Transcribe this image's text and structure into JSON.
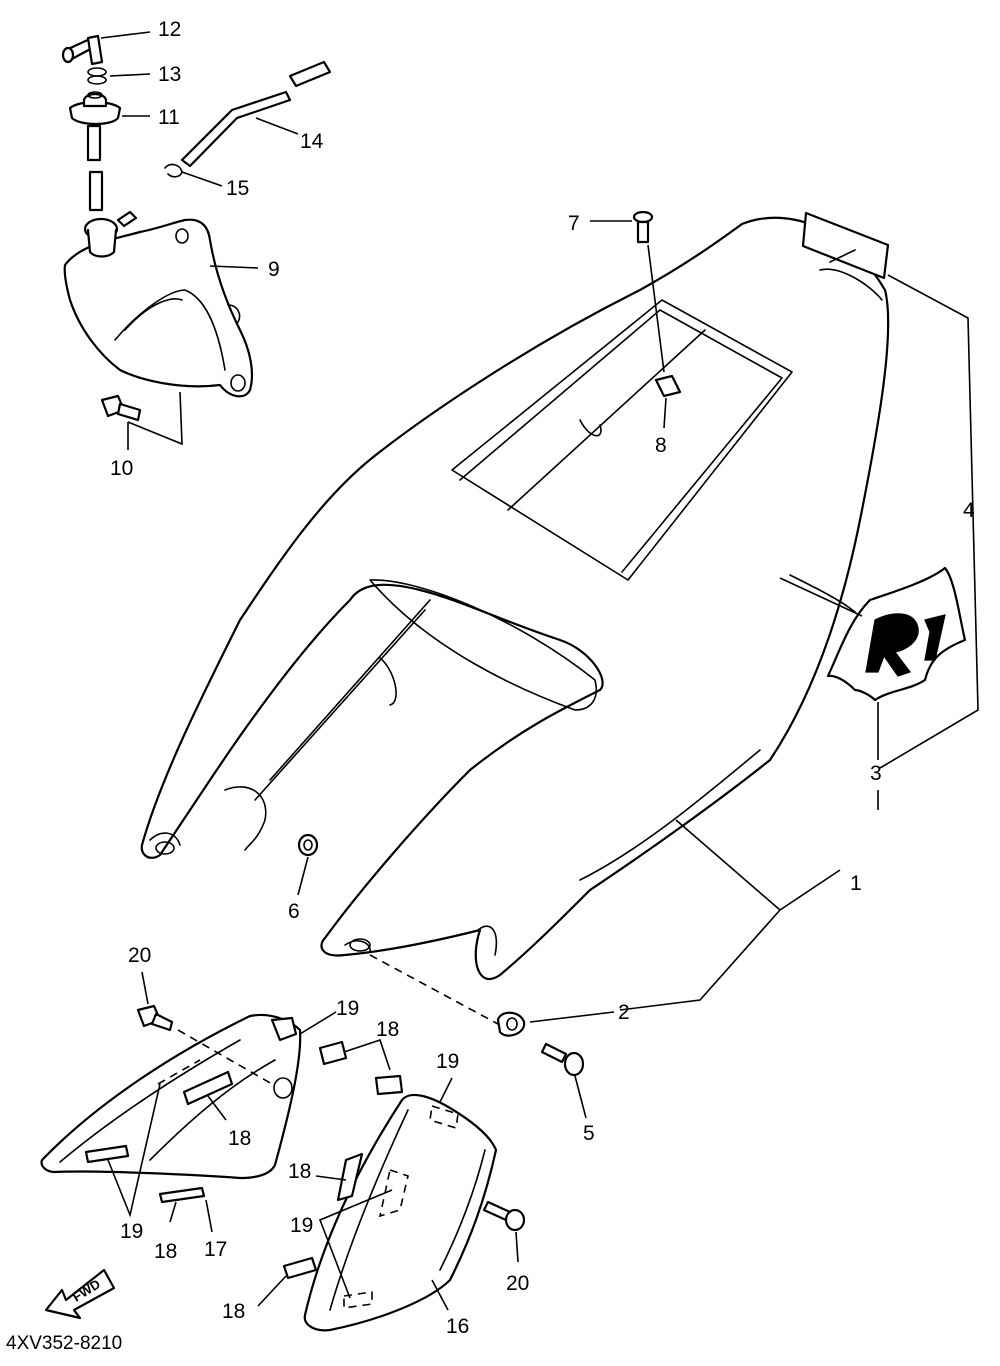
{
  "diagram_code": "4XV352-8210",
  "fwd_label": "FWD",
  "callouts": {
    "c1": "1",
    "c2": "2",
    "c3": "3",
    "c4": "4",
    "c5": "5",
    "c6": "6",
    "c7": "7",
    "c8": "8",
    "c9": "9",
    "c10": "10",
    "c11": "11",
    "c12": "12",
    "c13": "13",
    "c14": "14",
    "c15": "15",
    "c16": "16",
    "c17": "17",
    "c18a": "18",
    "c18b": "18",
    "c18c": "18",
    "c18d": "18",
    "c18e": "18",
    "c19a": "19",
    "c19b": "19",
    "c19c": "19",
    "c19d": "19",
    "c20a": "20",
    "c20b": "20"
  }
}
